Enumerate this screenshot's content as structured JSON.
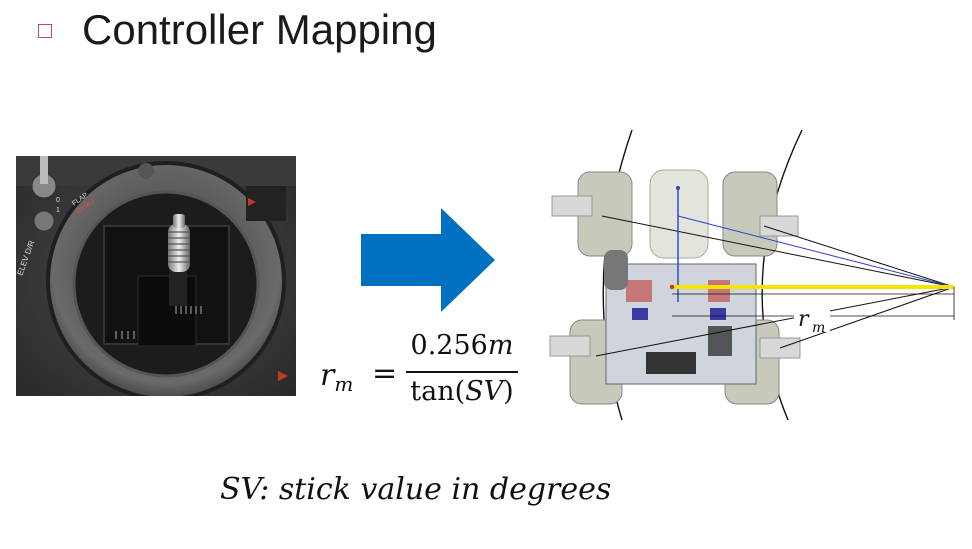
{
  "slide": {
    "title": "Controller Mapping",
    "bullet_icon": "square-bullet-icon",
    "accent_color": "#c0504d",
    "arrow_color": "#0070c0"
  },
  "photo": {
    "labels": [
      "ELEV D/R",
      "FLAP",
      "GYRO",
      "0",
      "1"
    ]
  },
  "cad": {
    "radius_label": "r",
    "radius_label_sub": "m"
  },
  "equation": {
    "lhs_var": "r",
    "lhs_sub": "m",
    "equals": "=",
    "numerator_value": "0.256",
    "numerator_unit": "m",
    "denominator_func": "tan(",
    "denominator_arg": "SV",
    "denominator_close": ")"
  },
  "caption": "SV: stick value in degrees"
}
